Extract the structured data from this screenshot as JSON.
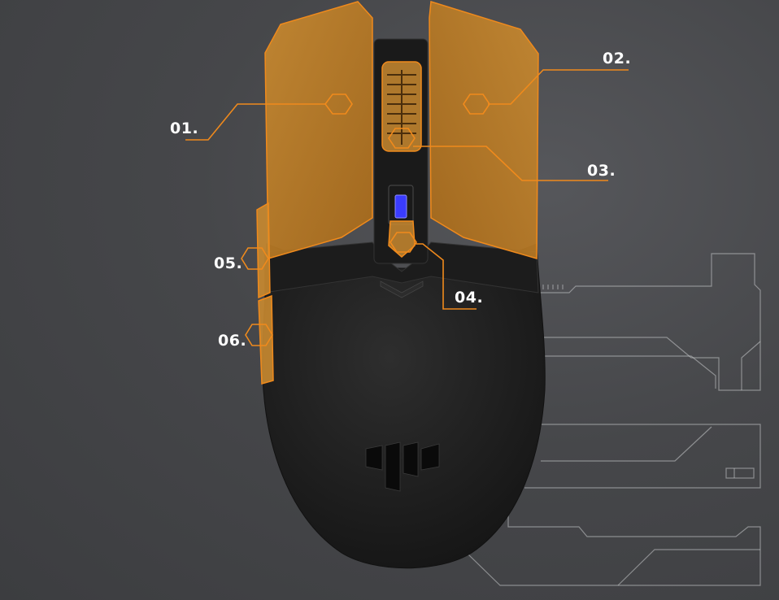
{
  "callouts": [
    {
      "id": "01",
      "label": "01."
    },
    {
      "id": "02",
      "label": "02."
    },
    {
      "id": "03",
      "label": "03."
    },
    {
      "id": "04",
      "label": "04."
    },
    {
      "id": "05",
      "label": "05."
    },
    {
      "id": "06",
      "label": "06."
    }
  ],
  "colors": {
    "accent": "#f08a1c",
    "highlight_fill": "#c9862a",
    "mouse_body": "#222222",
    "background": "#46474a",
    "scroll_led": "#3a3cff"
  }
}
